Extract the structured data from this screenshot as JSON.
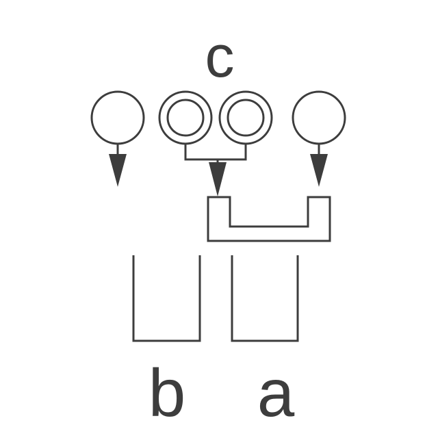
{
  "diagram": {
    "labels": {
      "top": "c",
      "bottom_left": "b",
      "bottom_right": "a"
    },
    "colors": {
      "stroke": "#3d3d3d",
      "text": "#3d3d3d",
      "background": "#ffffff"
    }
  }
}
